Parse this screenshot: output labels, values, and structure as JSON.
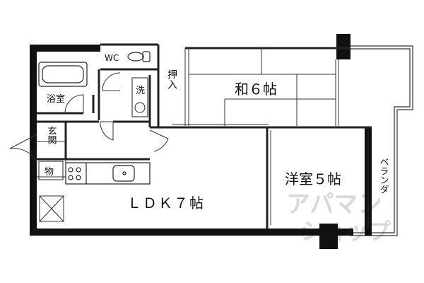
{
  "rooms": {
    "washitsu": "和６帖",
    "youshitsu": "洋室５帖",
    "ldk": "ＬＤＫ７帖",
    "yokushitsu": "浴室",
    "toilet": "WC",
    "sentaku": "洗",
    "oshiire": "押入",
    "genkan": "玄関",
    "mono": "物",
    "balcony": "ベランダ"
  },
  "watermark": {
    "line1": "アパマン",
    "line2": "ショップ"
  },
  "colors": {
    "wall": "#111111",
    "line": "#222222",
    "watermark": "#d9d9d9"
  }
}
